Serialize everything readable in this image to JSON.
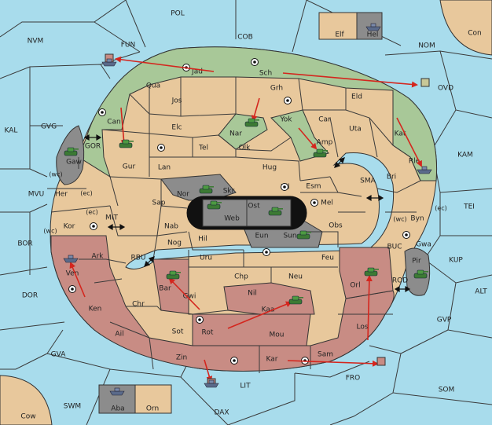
{
  "colors": {
    "sea": "#a8dcec",
    "neutral": "#e8c89c",
    "green": "#a8c898",
    "red": "#c88c84",
    "impassable": "#8c8c8c",
    "black": "#111111",
    "arrow": "#d4261e"
  },
  "icons": {
    "army": "tank-icon",
    "fleet": "ship-icon",
    "supply_center": "supply-center-icon",
    "move": "move-arrow-icon",
    "canal": "double-arrow-icon"
  },
  "sea_labels": {
    "pol": "POL",
    "cob": "COB",
    "fun": "FUN",
    "nvm": "NVM",
    "nom": "NOM",
    "con": "Con",
    "ovd": "OVD",
    "kal": "KAL",
    "gvg": "GVG",
    "gor": "GOR",
    "mvu": "MVU",
    "mit": "MIT",
    "bor": "BOR",
    "rbu": "RBU",
    "dor": "DOR",
    "gva": "GVA",
    "swm": "SWM",
    "cow": "Cow",
    "dax": "DAX",
    "lit": "LIT",
    "fro": "FRO",
    "som": "SOM",
    "gvp": "GVP",
    "alt": "ALT",
    "kup": "KUP",
    "rod": "ROD",
    "buc": "BUC",
    "tei": "TEI",
    "kam": "KAM",
    "sma": "SMA"
  },
  "land_labels": {
    "jad": "Jad",
    "sch": "Sch",
    "qua": "Qua",
    "jos": "Jos",
    "grh": "Grh",
    "eld": "Eld",
    "can": "Can",
    "elc": "Elc",
    "nar": "Nar",
    "yok": "Yok",
    "car": "Car",
    "uta": "Uta",
    "tel": "Tel",
    "olk": "Olk",
    "amp": "Amp",
    "kat": "Kat",
    "gaw": "Gaw",
    "gur": "Gur",
    "lan": "Lan",
    "hug": "Hug",
    "rle": "Rle",
    "bri": "Bri",
    "her": "Her",
    "nor": "Nor",
    "skr": "Skr",
    "vil": "Vil",
    "esm": "Esm",
    "sap": "Sap",
    "ost": "Ost",
    "web": "Web",
    "mel": "Mel",
    "byn": "Byn",
    "kor": "Kor",
    "nab": "Nab",
    "obs": "Obs",
    "eun": "Eun",
    "sun": "Sun",
    "hil": "Hil",
    "ark": "Ark",
    "nog": "Nog",
    "gwa": "Gwa",
    "uru": "Uru",
    "feu": "Feu",
    "pir": "Pir",
    "ven": "Ven",
    "chp": "Chp",
    "neu": "Neu",
    "orl": "Orl",
    "bar": "Bar",
    "gwi": "Gwi",
    "nil": "Nil",
    "ken": "Ken",
    "chr": "Chr",
    "kaa": "Kaa",
    "ail": "Ail",
    "sot": "Sot",
    "rot": "Rot",
    "mou": "Mou",
    "los": "Los",
    "sam": "Sam",
    "zin": "Zin",
    "kar": "Kar",
    "elf": "Elf",
    "hel": "Hel",
    "aba": "Aba",
    "orn": "Orn"
  },
  "coast_marks": {
    "wc1": "(wc)",
    "ec1": "(ec)",
    "ec2": "(ec)",
    "wc2": "(wc)",
    "wc3": "(wc)",
    "ec3": "(ec)"
  }
}
